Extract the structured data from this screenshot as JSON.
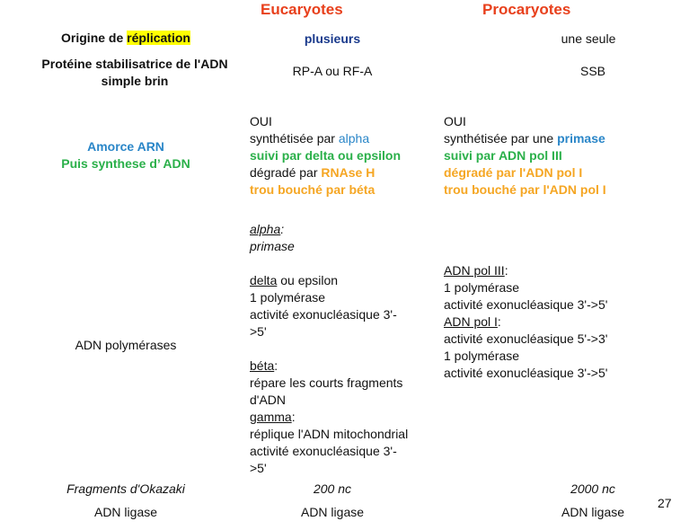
{
  "header": {
    "eukaryotes": "Eucaryotes",
    "prokaryotes": "Procaryotes"
  },
  "rows": {
    "origin": {
      "label_a": "Origine de ",
      "label_b": "réplication",
      "euk": "plusieurs",
      "prok": "une seule"
    },
    "ssb": {
      "label_1": "Protéine stabilisatrice de l'ADN",
      "label_2": "simple brin",
      "euk": "RP-A ou RF-A",
      "prok": "SSB"
    },
    "primer": {
      "label_1": "Amorce ARN",
      "label_2": "Puis synthese d’ ADN",
      "euk": {
        "l1": "OUI",
        "l2a": "synthétisée par ",
        "l2b": "alpha",
        "l3": "suivi par delta ou epsilon",
        "l4a": "dégradé par ",
        "l4b": "RNAse H",
        "l5": "trou bouché par béta"
      },
      "prok": {
        "l1": "OUI",
        "l2a": "synthétisée par une ",
        "l2b": "primase",
        "l3": "suivi par ADN pol III",
        "l4": "dégradé par l'ADN pol I",
        "l5": "trou bouché par l'ADN pol I"
      }
    },
    "polymerases": {
      "label": "ADN polymérases",
      "euk": {
        "alpha": "alpha",
        "colon": ":",
        "primase": "primase",
        "delta": "delta",
        "ou_eps": " ou epsilon",
        "one_pol": "1 polymérase",
        "exo_a": "activité exonucléasique 3'-",
        "exo_b": ">5'",
        "beta": "béta",
        "beta_colon": ":",
        "repare_1": "répare les courts fragments",
        "repare_2": "d'ADN",
        "gamma": "gamma",
        "gamma_colon": ":",
        "mito": "réplique l'ADN mitochondrial",
        "exo2_a": "activité exonucléasique 3'-",
        "exo2_b": ">5'"
      },
      "prok": {
        "pol3": "ADN pol III",
        "pol3_colon": ":",
        "pol3_one": "1 polymérase",
        "pol3_exo": "activité exonucléasique 3'->5'",
        "pol1": "ADN pol I",
        "pol1_colon": ":",
        "pol1_exo53": "activité exonucléasique 5'->3'",
        "pol1_one": "1 polymérase",
        "pol1_exo35": "activité exonucléasique 3'->5'"
      }
    },
    "okazaki": {
      "label": "Fragments d'Okazaki",
      "euk": "200 nc",
      "prok": "2000 nc"
    },
    "ligase": {
      "label": "ADN ligase",
      "euk": "ADN ligase",
      "prok": "ADN ligase"
    }
  },
  "page_number": "27",
  "colors": {
    "header": "#e8401c",
    "highlight": "#ffff00",
    "blue": "#2a86c8",
    "green": "#2bb04a",
    "orange": "#f5a623",
    "navy": "#1a3a8c"
  }
}
